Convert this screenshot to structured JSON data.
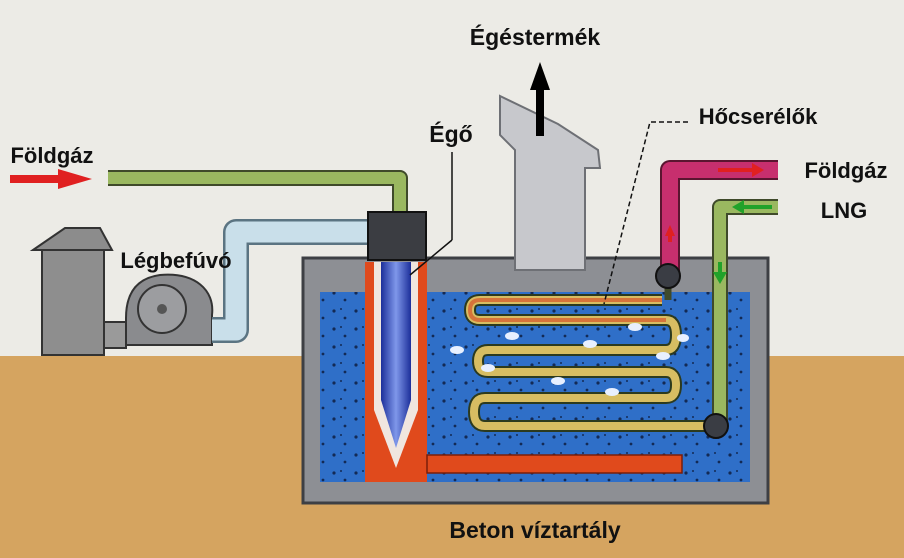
{
  "labels": {
    "exhaust": "Égéstermék",
    "heat_exchangers": "Hőcserélők",
    "natural_gas_left": "Földgáz",
    "burner": "Égő",
    "blower": "Légbefúvó",
    "natural_gas_right": "Földgáz",
    "lng": "LNG",
    "tank": "Beton víztartály"
  },
  "colors": {
    "gas_pipe": "#9ab860",
    "air_pipe": "#c9dfea",
    "hot_gas_pipe": "#c72f6e",
    "water": "#2f6fc8",
    "concrete": "#8d8f94",
    "ground": "#d5a460",
    "flame": "#e04a1c",
    "arrow_red": "#e02020",
    "arrow_green": "#21a22a"
  },
  "icons": [
    "red-arrow-icon",
    "black-arrow-icon",
    "green-arrow-icon"
  ]
}
